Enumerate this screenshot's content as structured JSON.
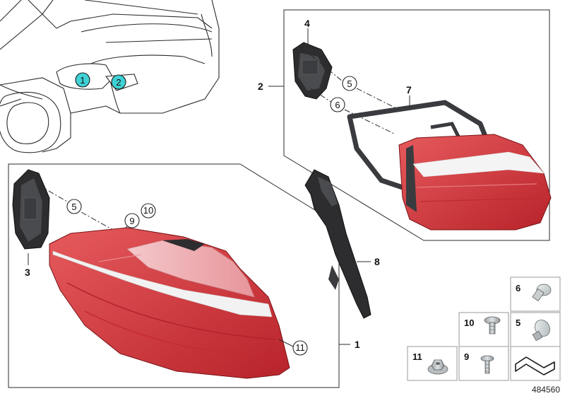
{
  "diagram": {
    "callouts": {
      "c1": "1",
      "c2": "2",
      "c3": "3",
      "c4": "4",
      "c5": "5",
      "c5b": "5",
      "c6": "6",
      "c7": "7",
      "c8": "8",
      "c9": "9",
      "c10": "10",
      "c11": "11"
    },
    "car_markers": {
      "m1": "1",
      "m2": "2"
    },
    "circled": {
      "c5a": "5",
      "c6a": "6",
      "c5b": "5",
      "c9": "9",
      "c10": "10",
      "c11": "11"
    },
    "parts_grid": {
      "p6": "6",
      "p10": "10",
      "p5": "5",
      "p11": "11",
      "p9": "9"
    },
    "reference_number": "484560",
    "colors": {
      "lamp_red": "#d63a3c",
      "lamp_dark_red": "#a91f25",
      "lamp_pink": "#f1b9bd",
      "marker_teal": "#3fd1d4",
      "outline": "#2b2b2b"
    }
  }
}
